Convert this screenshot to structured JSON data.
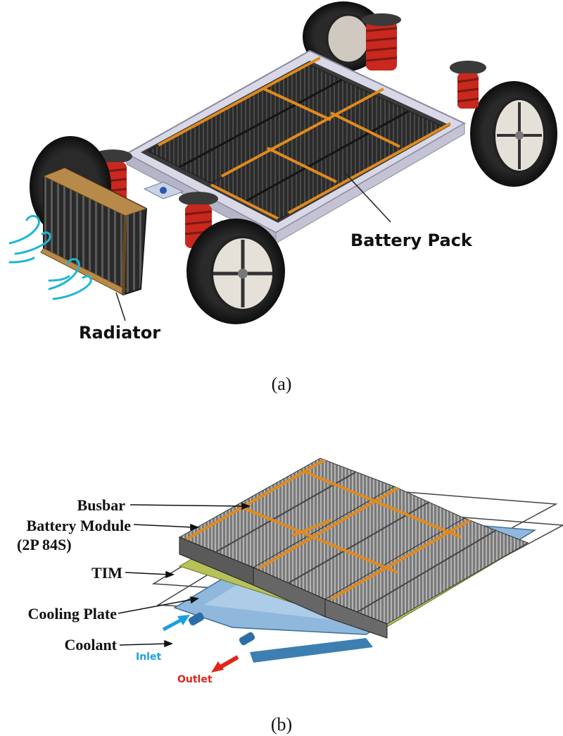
{
  "figure_a": {
    "caption": "(a)",
    "labels": {
      "battery_pack": "Battery Pack",
      "radiator": "Radiator"
    }
  },
  "figure_b": {
    "caption": "(b)",
    "labels": {
      "busbar": "Busbar",
      "battery_module_line1": "Battery Module",
      "battery_module_line2": "(2P 84S)",
      "tim": "TIM",
      "cooling_plate": "Cooling Plate",
      "coolant": "Coolant",
      "inlet": "Inlet",
      "outlet": "Outlet"
    }
  },
  "colors": {
    "busbar": "#e08a1e",
    "spring": "#c8281e",
    "tire": "#1c1c1c",
    "tray": "#d8d8e4",
    "module_dark": "#2a2a2a",
    "module_gray": "#8e8e8e",
    "tim": "#b7c15a",
    "cooling_plate": "#7fb0d8",
    "airflow": "#1fb6d6",
    "inlet": "#1a9fe0",
    "outlet": "#e0261a"
  }
}
